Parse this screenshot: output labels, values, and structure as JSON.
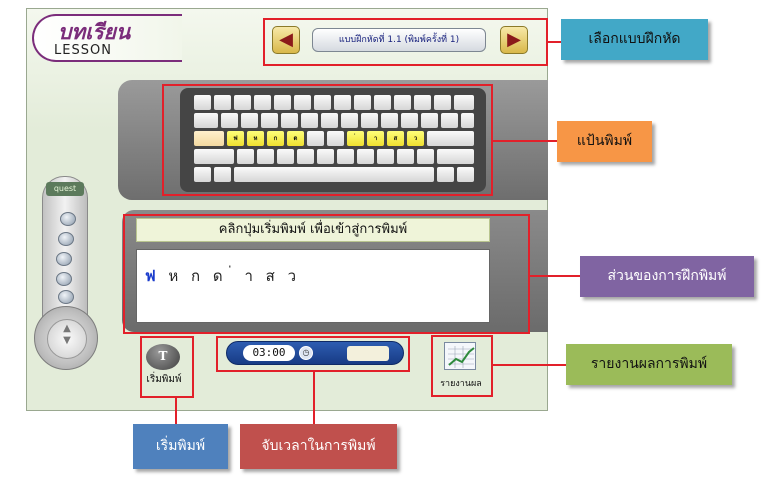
{
  "lesson": {
    "title_thai": "บทเรียน",
    "title_en": "LESSON"
  },
  "selector": {
    "prev_symbol": "◀",
    "next_symbol": "▶",
    "exercise_label": "แบบฝึกหัดที่ 1.1 (พิมพ์ครั้งที่ 1)"
  },
  "remote": {
    "label": "quest"
  },
  "practice": {
    "instruction": "คลิกปุ่มเริ่มพิมพ์ เพื่อเข้าสู่การพิมพ์",
    "current_char": "ฟ",
    "remaining_text": " ห ก ด ่ า ส ว"
  },
  "start": {
    "icon_letter": "T",
    "label": "เริ่มพิมพ์"
  },
  "timer": {
    "time": "03:00"
  },
  "report": {
    "label": "รายงานผล"
  },
  "callouts": {
    "select": "เลือกแบบฝึกหัด",
    "keyboard": "แป้นพิมพ์",
    "practice": "ส่วนของการฝึกพิมพ์",
    "report": "รายงานผลการพิมพ์",
    "start": "เริ่มพิมพ์",
    "timer": "จับเวลาในการพิมพ์"
  },
  "keyboard": {
    "home_row_keys": [
      "ฟ",
      "ห",
      "ก",
      "ด",
      "่",
      "า",
      "ส",
      "ว"
    ]
  },
  "colors": {
    "highlight_red": "#e2202a",
    "callout_cyan": "#42a8c7",
    "callout_orange": "#f79646",
    "callout_purple": "#8064a2",
    "callout_green": "#9bbb59",
    "callout_blue": "#4f81bd",
    "callout_darkred": "#c0504d",
    "key_highlight": "#f0e030"
  }
}
